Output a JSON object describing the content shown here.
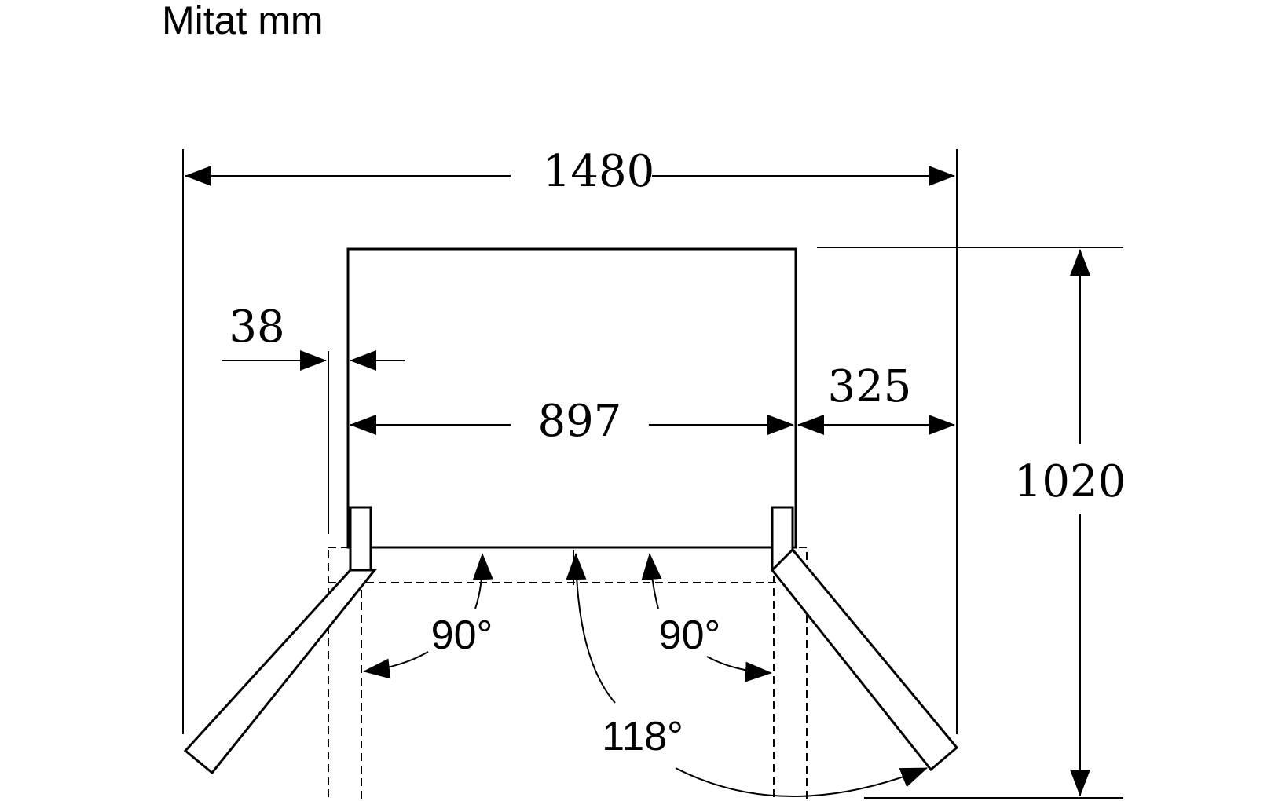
{
  "title": "Mitat mm",
  "dimensions": {
    "total_width": "1480",
    "cabinet_width": "897",
    "side_clearance": "38",
    "right_clearance": "325",
    "total_depth": "1020"
  },
  "angles": {
    "left_door": "90°",
    "right_door": "90°",
    "max_opening": "118°"
  }
}
